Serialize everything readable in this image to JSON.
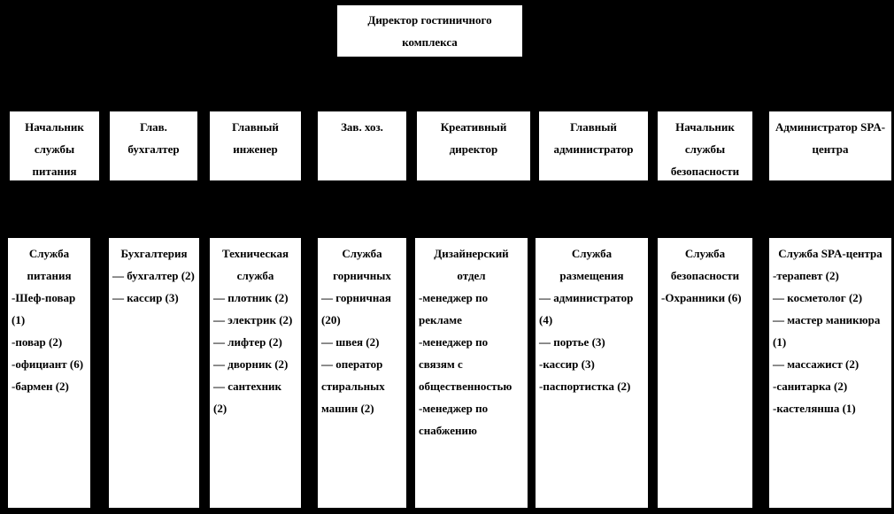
{
  "root": {
    "title": "Директор гостиничного комплекса"
  },
  "managers": [
    {
      "label": "Начальник службы питания"
    },
    {
      "label": "Глав. бухгалтер"
    },
    {
      "label": "Главный инженер"
    },
    {
      "label": "Зав. хоз."
    },
    {
      "label": "Креативный директор"
    },
    {
      "label": "Главный администратор"
    },
    {
      "label": "Начальник службы безопасности"
    },
    {
      "label": "Администратор SPA-центра"
    }
  ],
  "departments": [
    {
      "title": "Служба питания",
      "items": [
        "-Шеф-повар (1)",
        "-повар (2)",
        "-официант (6)",
        "-бармен (2)"
      ]
    },
    {
      "title": "Бухгалтерия",
      "items": [
        "— бухгалтер (2)",
        "— кассир (3)"
      ]
    },
    {
      "title": "Техническая служба",
      "items": [
        "— плотник (2)",
        "— электрик (2)",
        "— лифтер (2)",
        "— дворник (2)",
        "— сантехник (2)"
      ]
    },
    {
      "title": "Служба горничных",
      "items": [
        "— горничная (20)",
        "— швея (2)",
        "— оператор стиральных машин (2)"
      ]
    },
    {
      "title": "Дизайнерский отдел",
      "items": [
        "-менеджер по рекламе",
        "-менеджер по связям с общественностью",
        "-менеджер по снабжению"
      ]
    },
    {
      "title": "Служба размещения",
      "items": [
        "— администратор (4)",
        "— портье (3)",
        "-кассир (3)",
        "-паспортистка (2)"
      ]
    },
    {
      "title": "Служба безопасности",
      "items": [
        "-Охранники (6)"
      ]
    },
    {
      "title": "Служба SPA-центра",
      "items": [
        "-терапевт (2)",
        "— косметолог (2)",
        "— мастер маникюра (1)",
        "— массажист (2)",
        "-санитарка (2)",
        "-кастелянша (1)"
      ]
    }
  ],
  "colors": {
    "background": "#000000",
    "box_fill": "#ffffff",
    "text": "#000000"
  }
}
